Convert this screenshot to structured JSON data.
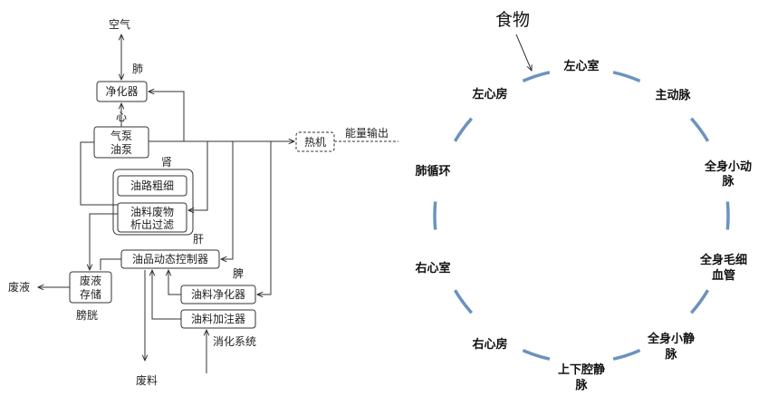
{
  "left_diagram": {
    "air": "空气",
    "lung": "肺",
    "purifier": "净化器",
    "heart": "心",
    "pump_line1": "气泵",
    "pump_line2": "油泵",
    "heat_engine": "热机",
    "energy_output": "能量输出",
    "kidney": "肾",
    "oil_path": "油路粗细",
    "waste_filter_line1": "油料废物",
    "waste_filter_line2": "析出过滤",
    "liver": "肝",
    "controller": "油品动态控制器",
    "waste_liquid_out": "废液",
    "waste_storage_line1": "废液",
    "waste_storage_line2": "存储",
    "bladder": "膀胱",
    "spleen": "脾",
    "oil_purifier": "油料净化器",
    "oil_filler": "油料加注器",
    "digestive": "消化系统",
    "waste_material": "废料"
  },
  "right_diagram": {
    "food": "食物",
    "nodes": [
      {
        "line1": "左心室",
        "line2": ""
      },
      {
        "line1": "主动脉",
        "line2": ""
      },
      {
        "line1": "全身小动",
        "line2": "脉"
      },
      {
        "line1": "全身毛细",
        "line2": "血管"
      },
      {
        "line1": "全身小静",
        "line2": "脉"
      },
      {
        "line1": "上下腔静",
        "line2": "脉"
      },
      {
        "line1": "右心房",
        "line2": ""
      },
      {
        "line1": "右心室",
        "line2": ""
      },
      {
        "line1": "肺循环",
        "line2": ""
      },
      {
        "line1": "左心房",
        "line2": ""
      }
    ]
  },
  "colors": {
    "arc": "#6b93be",
    "line": "#333333"
  }
}
